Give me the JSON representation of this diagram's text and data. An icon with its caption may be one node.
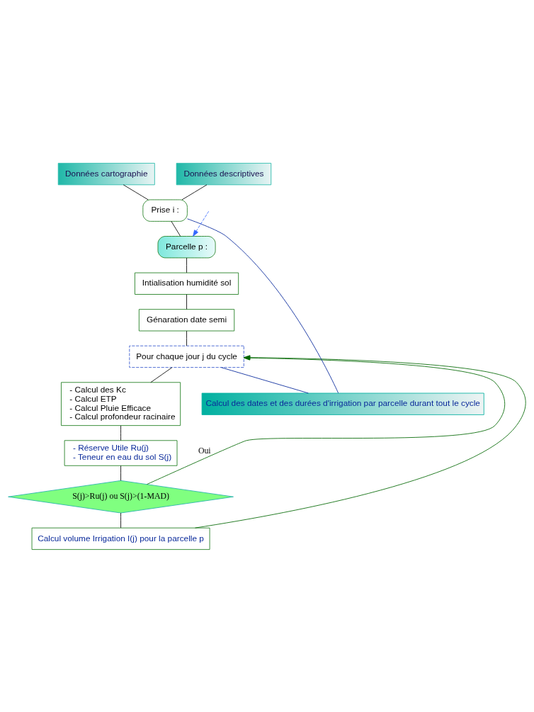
{
  "diagram": {
    "nodes": [
      {
        "text": [
          "Données cartographie"
        ]
      },
      {
        "text": [
          "Données descriptives"
        ]
      },
      {
        "text": [
          "Prise i :"
        ]
      },
      {
        "text": [
          "Parcelle p :"
        ]
      },
      {
        "text": [
          "Intialisation humidité sol"
        ]
      },
      {
        "text": [
          "Génaration date semi"
        ]
      },
      {
        "text": [
          "Pour chaque jour j du cycle"
        ]
      },
      {
        "text": [
          "- Calcul des Kc",
          "- Calcul ETP",
          "- Calcul Pluie Efficace",
          "- Calcul profondeur racinaire"
        ]
      },
      {
        "text": [
          "- Réserve Utile Ru(j)",
          "- Teneur en eau du sol S(j)"
        ]
      },
      {
        "text": [
          "S(j)>Ru(j) ou S(j)>(1-MAD)"
        ]
      },
      {
        "text": [
          "Calcul volume Irrigation I(j) pour la parcelle p"
        ]
      },
      {
        "text": [
          "Calcul des dates et des durées d'irrigation par parcelle durant tout le cycle"
        ]
      }
    ],
    "edges": [
      {
        "from": 0,
        "to": 2,
        "arrow": "none"
      },
      {
        "from": 1,
        "to": 2,
        "arrow": "none"
      },
      {
        "from": 2,
        "to": 3,
        "arrow": "none"
      },
      {
        "from": null,
        "to": 3,
        "arrow": "to",
        "style": "dashed",
        "color": "#3366ff"
      },
      {
        "from": 3,
        "to": 4,
        "arrow": "none"
      },
      {
        "from": 4,
        "to": 5,
        "arrow": "none"
      },
      {
        "from": 5,
        "to": 6,
        "arrow": "none"
      },
      {
        "from": 6,
        "to": 7,
        "arrow": "none"
      },
      {
        "from": 7,
        "to": 8,
        "arrow": "none"
      },
      {
        "from": 8,
        "to": 9,
        "arrow": "none"
      },
      {
        "from": 9,
        "to": 10,
        "arrow": "none"
      },
      {
        "from": 9,
        "to": 6,
        "arrow": "to",
        "label": "Oui",
        "color": "#006600"
      },
      {
        "from": 10,
        "to": 6,
        "arrow": "to",
        "color": "#006600"
      },
      {
        "from": 6,
        "to": 11,
        "arrow": "none",
        "color": "#002299"
      },
      {
        "from": 11,
        "to": 2,
        "arrow": "none",
        "color": "#002299"
      }
    ]
  }
}
